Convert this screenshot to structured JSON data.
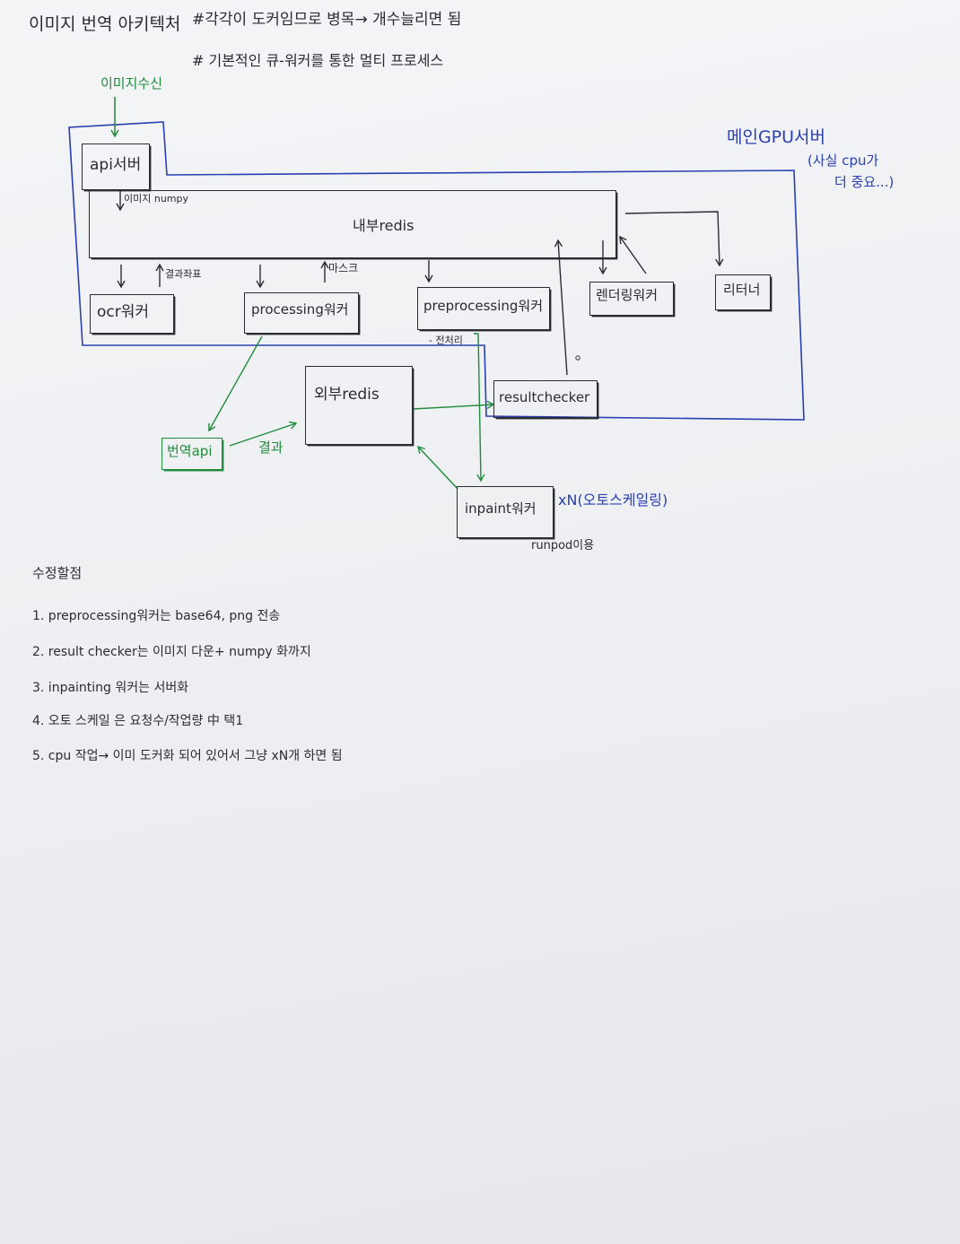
{
  "header": {
    "title": "이미지 번역 아키텍처",
    "note1": "#각각이 도커임므로 병목→ 개수늘리면 됨",
    "note2": "# 기본적인 큐-워커를 통한 멀티 프로세스"
  },
  "diagram": {
    "input_label": "이미지수신",
    "main_server_label": "메인GPU서버",
    "main_server_note_line1": "(사실 cpu가",
    "main_server_note_line2": "더 중요...)",
    "api_server": "api서버",
    "api_to_redis": "이미지 numpy",
    "internal_redis": "내부redis",
    "ocr_worker": "ocr워커",
    "ocr_result": "결과좌표",
    "processing_worker": "processing워커",
    "mask_label": "마스크",
    "preprocessing_worker": "preprocessing워커",
    "preprocess_label": "- 전처리",
    "rendering_worker": "렌더링워커",
    "returner": "리터너",
    "external_redis": "외부redis",
    "result_checker": "resultchecker",
    "translate_api": "번역api",
    "result_label": "결과",
    "inpaint_worker": "inpaint워커",
    "inpaint_scale": "xN(오토스케일링)",
    "runpod_note": "runpod이용"
  },
  "fixes": {
    "heading": "수정할점",
    "items": [
      "1. preprocessing워커는 base64, png 전송",
      "2. result checker는 이미지 다운+ numpy 화까지",
      "3. inpainting 워커는 서버화",
      "4. 오토 스케일 은 요청수/작업량 中 택1",
      "5. cpu 작업→ 이미 도커화 되어 있어서 그냥 xN개 하면 됨"
    ]
  },
  "colors": {
    "ink": "#2b2b33",
    "blue_pen": "#2a3fb0",
    "green_pen": "#1f8a3a"
  }
}
